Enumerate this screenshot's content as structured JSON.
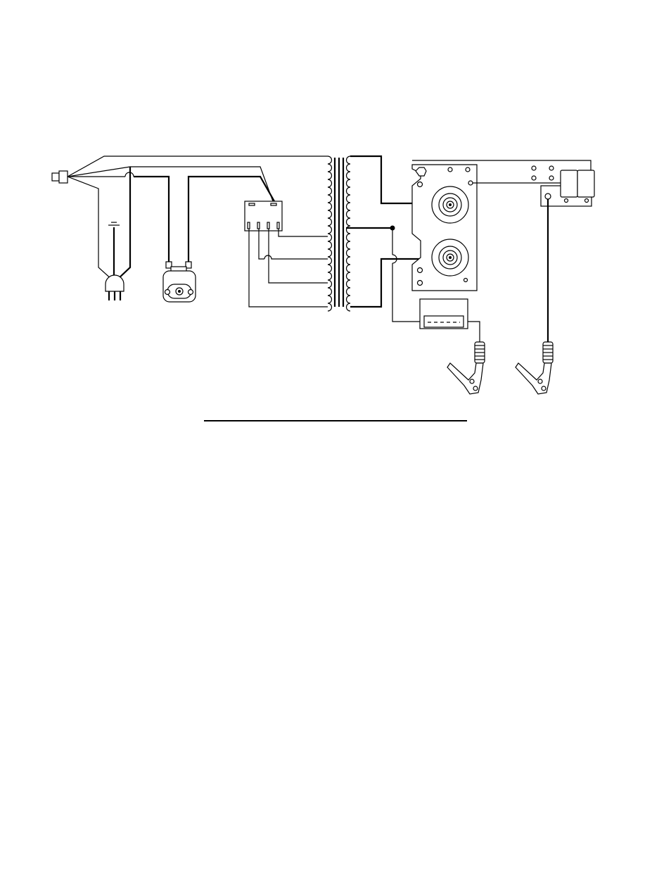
{
  "diagram": {
    "type": "wiring-schematic",
    "components": [
      "ac-power-cord",
      "ground-symbol",
      "three-prong-plug",
      "cooling-fan-motor",
      "selector-switch",
      "power-transformer",
      "rectifier-heatsink-assembly",
      "circuit-breaker",
      "ammeter",
      "output-clamp-left",
      "output-clamp-right"
    ],
    "stroke_color": "#000000",
    "background_color": "#ffffff"
  }
}
